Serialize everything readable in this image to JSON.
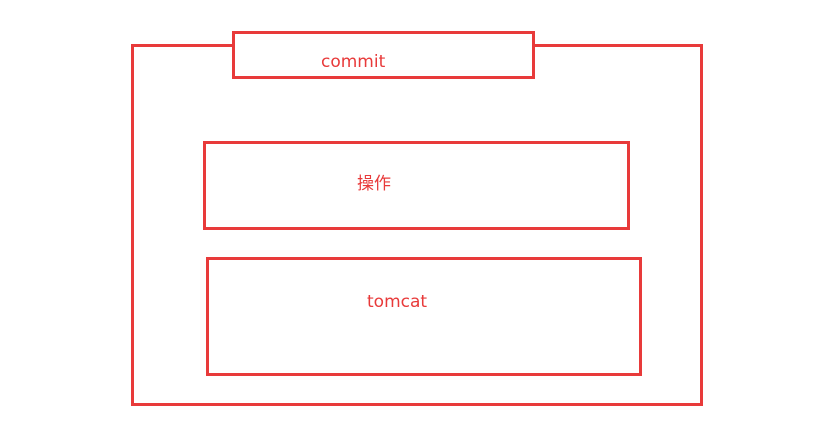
{
  "diagram": {
    "boxes": {
      "commit": "commit",
      "operation": "操作",
      "tomcat": "tomcat"
    },
    "colors": {
      "stroke": "#e83a3a",
      "text": "#e83a3a",
      "background": "#ffffff"
    }
  }
}
